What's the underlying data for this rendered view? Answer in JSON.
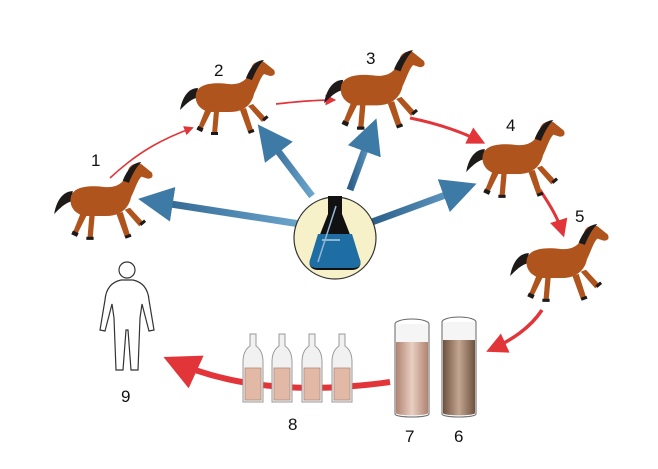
{
  "labels": {
    "n1": "1",
    "n2": "2",
    "n3": "3",
    "n4": "4",
    "n5": "5",
    "n6": "6",
    "n7": "7",
    "n8": "8",
    "n9": "9"
  },
  "colors": {
    "horse_body": "#b0541e",
    "horse_mane": "#1f1a1a",
    "arrow_red": "#e2353a",
    "arrow_blue": "#3e7aa6",
    "flask_circle": "#f6f1c8",
    "flask_liquid": "#1f6ea3",
    "serum_light": "#c8a08e",
    "serum_dark": "#8c6b55",
    "vial_fill": "#e2b8a6"
  },
  "icons": [
    "horse-icon",
    "flask-icon",
    "blood-tube-icon",
    "vial-icon",
    "human-figure-icon"
  ]
}
